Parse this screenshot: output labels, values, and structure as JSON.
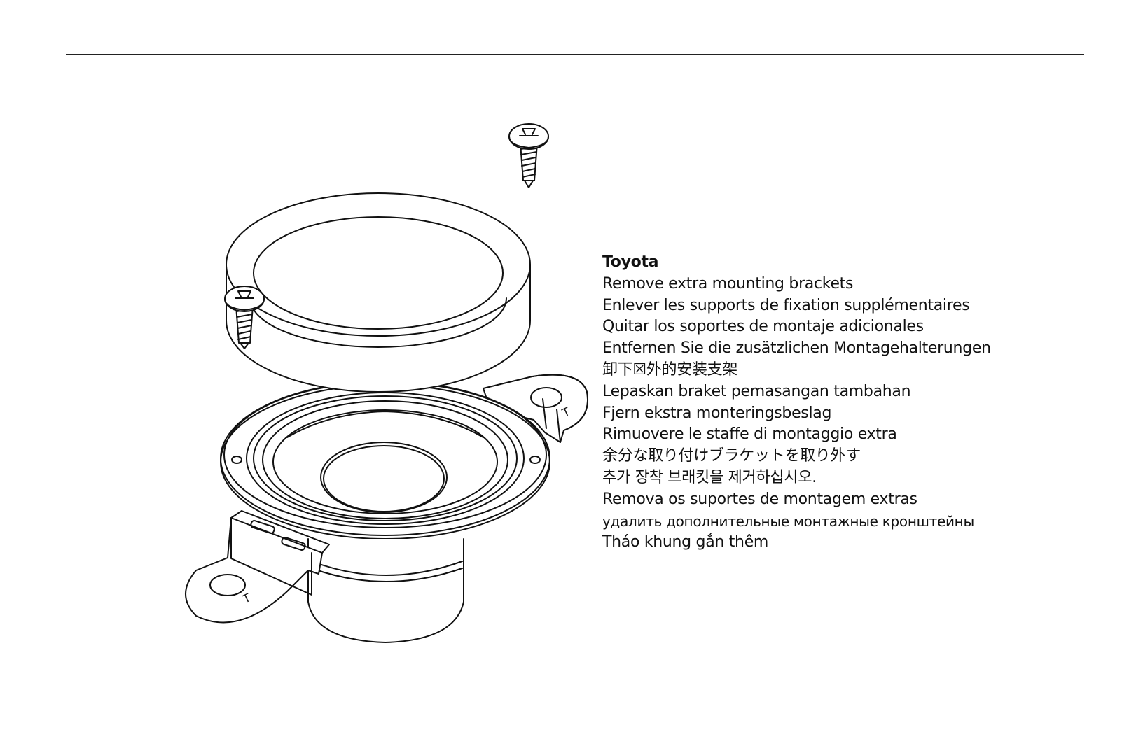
{
  "instructions": {
    "brand": "Toyota",
    "lines": [
      "Remove extra mounting brackets",
      "Enlever les supports de fixation supplémentaires",
      "Quitar los soportes de montaje adicionales",
      "Entfernen Sie die zusätzlichen Montagehalterungen",
      "卸下☒外的安装支架",
      "Lepaskan braket pemasangan tambahan",
      "Fjern ekstra monteringsbeslag",
      "Rimuovere le staffe di montaggio extra",
      "余分な取り付けブラケットを取り外す",
      "추가 장착 브래킷을 제거하십시오.",
      "Remova os suportes de montagem extras",
      "удалить дополнительные монтажные кронштейны",
      "Tháo khung gắn thêm"
    ]
  },
  "illustration": {
    "screw_head_mark": "ᴨ",
    "bracket_mark_right": "T",
    "bracket_mark_left": "T"
  }
}
